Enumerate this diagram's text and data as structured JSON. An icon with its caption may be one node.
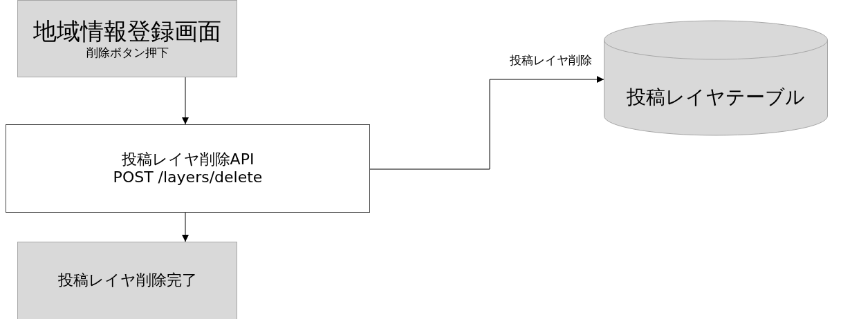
{
  "diagram": {
    "nodes": [
      {
        "text": [
          "地域情報登録画面",
          "削除ボタン押下"
        ]
      },
      {
        "text": [
          "投稿レイヤ削除API",
          "POST /layers/delete"
        ]
      },
      {
        "text": [
          "投稿レイヤ削除完了"
        ]
      },
      {
        "text": [
          "投稿レイヤテーブル"
        ]
      }
    ],
    "edges": [
      {
        "from": 0,
        "to": 1,
        "arrow": "to"
      },
      {
        "from": 1,
        "to": 2,
        "arrow": "to"
      },
      {
        "from": 1,
        "to": 3,
        "arrow": "to",
        "label": "投稿レイヤ削除"
      }
    ]
  }
}
